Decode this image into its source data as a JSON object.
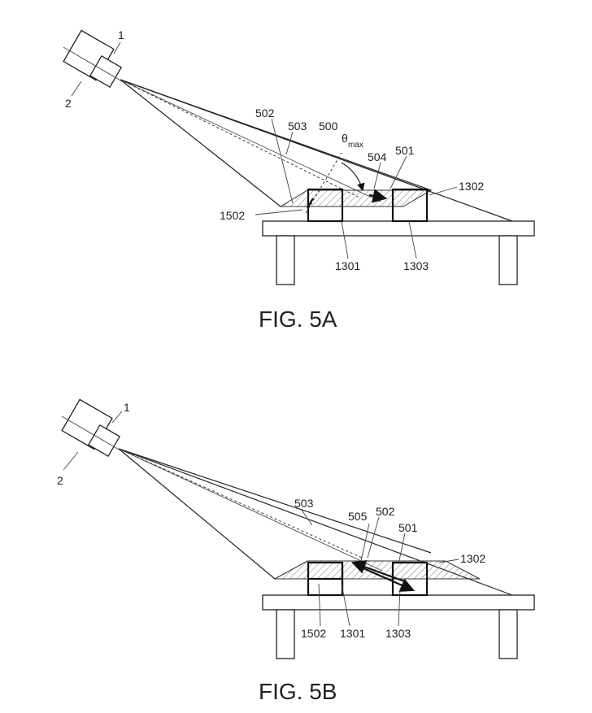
{
  "figure_a": {
    "caption": "FIG.  5A",
    "labels": {
      "camera": "1",
      "housing": "2",
      "path_502": "502",
      "line_503": "503",
      "point_500": "500",
      "theta": "θ",
      "theta_sub": "max",
      "arrow_504": "504",
      "beam_501": "501",
      "region_1302": "1302",
      "edge_1502": "1502",
      "object_1301": "1301",
      "object_1303": "1303"
    }
  },
  "figure_b": {
    "caption": "FIG.  5B",
    "labels": {
      "camera": "1",
      "housing": "2",
      "line_503": "503",
      "arrow_505": "505",
      "path_502": "502",
      "beam_501": "501",
      "region_1302": "1302",
      "edge_1502": "1502",
      "object_1301": "1301",
      "object_1303": "1303"
    }
  }
}
